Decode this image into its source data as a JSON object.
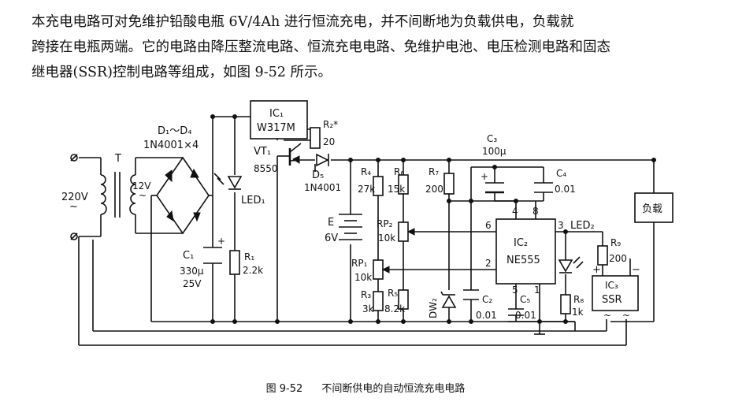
{
  "paragraph": {
    "line1": "本充电电路可对免维护铅酸电瓶 6V/4Ah 进行恒流充电，并不间断地为负载供电，负载就",
    "line2": "跨接在电瓶两端。它的电路由降压整流电路、恒流充电电路、免维护电池、电压检测电路和固态",
    "line3": "继电器(SSR)控制电路等组成，如图 9-52 所示。"
  },
  "caption": {
    "figure_no": "图 9-52",
    "title": "不间断供电的自动恒流充电电路"
  },
  "labels": {
    "mains": "220V",
    "mains_sym": "~",
    "transformer": "T",
    "secondary": "12V",
    "secondary_sym": "~",
    "diodes": "D₁～D₄",
    "diodes_part": "1N4001×4",
    "c1": "C₁",
    "c1_val1": "330μ",
    "c1_val2": "25V",
    "led1": "LED₁",
    "r1": "R₁",
    "r1_val": "2.2k",
    "ic1": "IC₁",
    "ic1_part": "W317M",
    "r2": "R₂*",
    "r2_val": "20",
    "vt1": "VT₁",
    "vt1_part": "8550",
    "d5": "D₅",
    "d5_part": "1N4001",
    "battery": "E",
    "battery_val": "6V",
    "r4": "R₄",
    "r4_val": "27k",
    "rp1": "RP₁",
    "rp1_val": "10k",
    "r3": "R₃",
    "r3_val": "3k",
    "r6": "R₆",
    "r6_val": "15k",
    "rp2": "RP₂",
    "rp2_val": "10k",
    "r5": "R₅",
    "r5_val": "8.2k",
    "dw2": "DW₂",
    "r7": "R₇",
    "r7_val": "200",
    "c3": "C₃",
    "c3_val": "100μ",
    "c4": "C₄",
    "c4_val": "0.01",
    "ic2": "IC₂",
    "ic2_part": "NE555",
    "pin4": "4",
    "pin8": "8",
    "pin6": "6",
    "pin2": "2",
    "pin3": "3",
    "pin5": "5",
    "pin1": "1",
    "c2": "C₂",
    "c2_val": "0.01",
    "c5": "C₅",
    "c5_val": "0.01",
    "led2": "LED₂",
    "r8": "R₈",
    "r8_val": "1k",
    "r9": "R₉",
    "r9_val": "200",
    "ic3": "IC₃",
    "ic3_part": "SSR",
    "plus": "+",
    "minus": "−",
    "tilde": "~",
    "load": "负载"
  }
}
